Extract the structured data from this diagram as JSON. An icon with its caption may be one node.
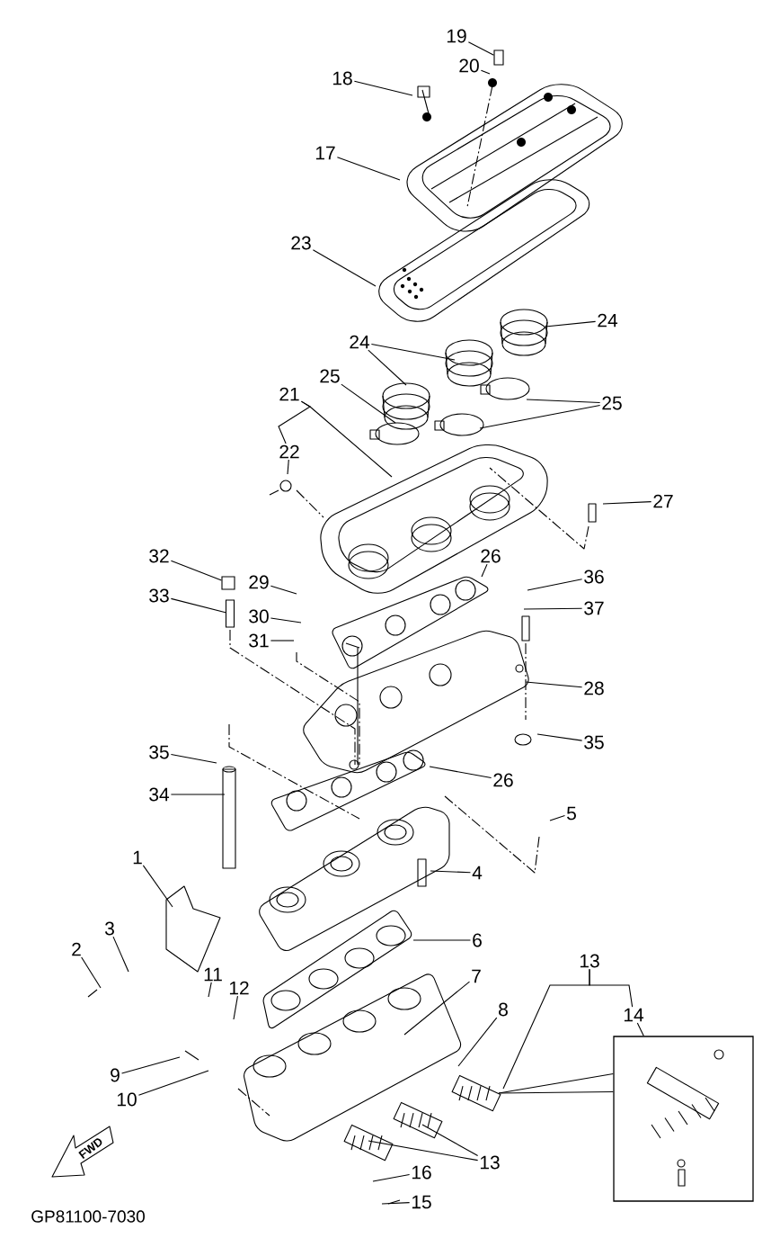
{
  "diagram": {
    "nodes": [
      {
        "text": [
          "19"
        ]
      },
      {
        "text": [
          "20"
        ]
      },
      {
        "text": [
          "18"
        ]
      },
      {
        "text": [
          "17"
        ]
      },
      {
        "text": [
          "23"
        ]
      },
      {
        "text": [
          "24"
        ]
      },
      {
        "text": [
          "24"
        ]
      },
      {
        "text": [
          "25"
        ]
      },
      {
        "text": [
          "25"
        ]
      },
      {
        "text": [
          "21"
        ]
      },
      {
        "text": [
          "22"
        ]
      },
      {
        "text": [
          "27"
        ]
      },
      {
        "text": [
          "32"
        ]
      },
      {
        "text": [
          "33"
        ]
      },
      {
        "text": [
          "29"
        ]
      },
      {
        "text": [
          "30"
        ]
      },
      {
        "text": [
          "31"
        ]
      },
      {
        "text": [
          "26"
        ]
      },
      {
        "text": [
          "36"
        ]
      },
      {
        "text": [
          "37"
        ]
      },
      {
        "text": [
          "28"
        ]
      },
      {
        "text": [
          "35"
        ]
      },
      {
        "text": [
          "35"
        ]
      },
      {
        "text": [
          "34"
        ]
      },
      {
        "text": [
          "26"
        ]
      },
      {
        "text": [
          "5"
        ]
      },
      {
        "text": [
          "1"
        ]
      },
      {
        "text": [
          "4"
        ]
      },
      {
        "text": [
          "6"
        ]
      },
      {
        "text": [
          "3"
        ]
      },
      {
        "text": [
          "2"
        ]
      },
      {
        "text": [
          "11"
        ]
      },
      {
        "text": [
          "12"
        ]
      },
      {
        "text": [
          "7"
        ]
      },
      {
        "text": [
          "8"
        ]
      },
      {
        "text": [
          "13"
        ]
      },
      {
        "text": [
          "14"
        ]
      },
      {
        "text": [],
        "shape": "box"
      },
      {
        "text": [
          "9"
        ]
      },
      {
        "text": [
          "10"
        ]
      },
      {
        "text": [
          "13"
        ]
      },
      {
        "text": [
          "16"
        ]
      },
      {
        "text": [
          "15"
        ]
      },
      {
        "text": [],
        "shape": "bar"
      },
      {
        "text": [],
        "shape": "bar"
      },
      {
        "text": [],
        "shape": "bar"
      }
    ],
    "edges": [
      {
        "from": 0,
        "to": 43,
        "arrow": "none"
      },
      {
        "from": 1,
        "to": null,
        "arrow": "none"
      },
      {
        "from": 2,
        "to": null,
        "arrow": "none"
      },
      {
        "from": 3,
        "to": null,
        "arrow": "none"
      },
      {
        "from": 4,
        "to": null,
        "arrow": "none"
      },
      {
        "from": 5,
        "to": null,
        "arrow": "none"
      },
      {
        "from": 5,
        "to": null,
        "arrow": "none"
      },
      {
        "from": 6,
        "to": null,
        "arrow": "none"
      },
      {
        "from": 7,
        "to": null,
        "arrow": "none"
      },
      {
        "from": 8,
        "to": null,
        "arrow": "none"
      },
      {
        "from": 8,
        "to": null,
        "arrow": "none"
      },
      {
        "from": 9,
        "to": null,
        "arrow": "none"
      },
      {
        "from": 9,
        "to": 10,
        "arrow": "none"
      },
      {
        "from": 10,
        "to": null,
        "arrow": "none"
      },
      {
        "from": 11,
        "to": null,
        "arrow": "none"
      },
      {
        "from": 12,
        "to": 44,
        "arrow": "none"
      },
      {
        "from": 13,
        "to": 45,
        "arrow": "none"
      },
      {
        "from": 14,
        "to": null,
        "arrow": "none"
      },
      {
        "from": 15,
        "to": null,
        "arrow": "none"
      },
      {
        "from": 16,
        "to": null,
        "arrow": "none"
      },
      {
        "from": 17,
        "to": null,
        "arrow": "none"
      },
      {
        "from": 18,
        "to": null,
        "arrow": "none"
      },
      {
        "from": 19,
        "to": null,
        "arrow": "none"
      },
      {
        "from": 20,
        "to": null,
        "arrow": "none"
      },
      {
        "from": 21,
        "to": null,
        "arrow": "none"
      },
      {
        "from": 22,
        "to": null,
        "arrow": "none"
      },
      {
        "from": 23,
        "to": null,
        "arrow": "none"
      },
      {
        "from": 24,
        "to": null,
        "arrow": "none"
      },
      {
        "from": 25,
        "to": null,
        "arrow": "none"
      },
      {
        "from": 26,
        "to": null,
        "arrow": "none"
      },
      {
        "from": 27,
        "to": null,
        "arrow": "none"
      },
      {
        "from": 28,
        "to": null,
        "arrow": "none"
      },
      {
        "from": 29,
        "to": null,
        "arrow": "none"
      },
      {
        "from": 30,
        "to": null,
        "arrow": "none"
      },
      {
        "from": 31,
        "to": null,
        "arrow": "none"
      },
      {
        "from": 32,
        "to": null,
        "arrow": "none"
      },
      {
        "from": 33,
        "to": null,
        "arrow": "none"
      },
      {
        "from": 34,
        "to": null,
        "arrow": "none"
      },
      {
        "from": 35,
        "to": null,
        "arrow": "none"
      },
      {
        "from": 35,
        "to": 36,
        "arrow": "none"
      },
      {
        "from": 36,
        "to": 37,
        "arrow": "none"
      },
      {
        "from": 37,
        "to": null,
        "arrow": "none"
      },
      {
        "from": 37,
        "to": null,
        "arrow": "none"
      },
      {
        "from": 40,
        "to": null,
        "arrow": "none"
      },
      {
        "from": 40,
        "to": null,
        "arrow": "none"
      },
      {
        "from": 41,
        "to": null,
        "arrow": "none"
      },
      {
        "from": 42,
        "to": null,
        "arrow": "none"
      },
      {
        "from": 38,
        "to": null,
        "arrow": "none"
      },
      {
        "from": 39,
        "to": null,
        "arrow": "none"
      }
    ],
    "labels": [
      "FWD",
      "GP81100-7030"
    ]
  }
}
